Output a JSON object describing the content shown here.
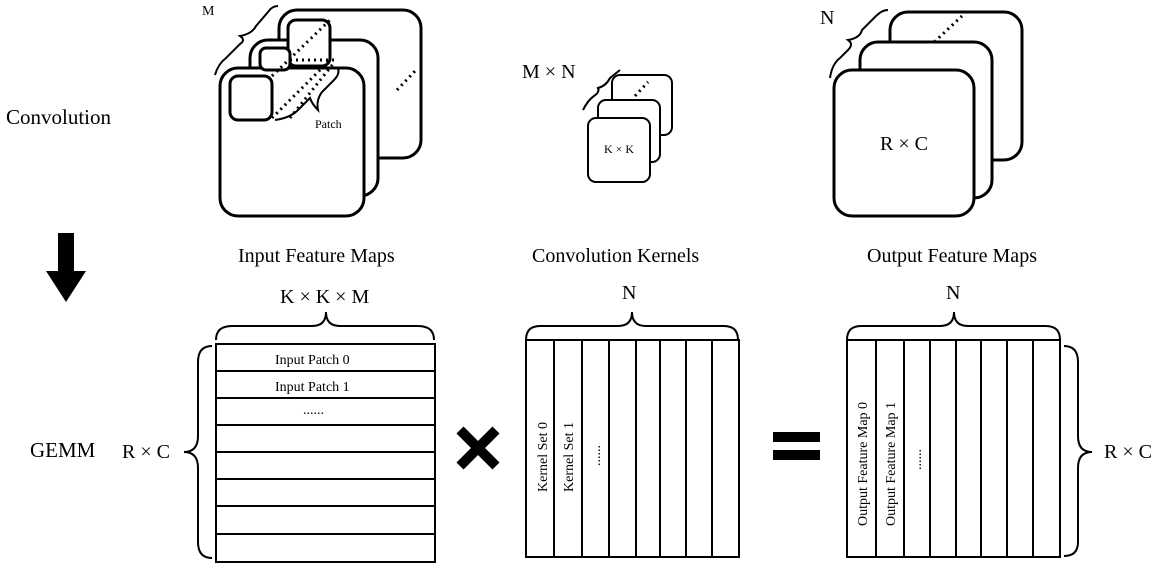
{
  "labels": {
    "convolution": "Convolution",
    "gemm": "GEMM",
    "m": "M",
    "patch": "Patch",
    "mxn": "M × N",
    "kxk": "K × K",
    "n_top": "N",
    "rxc_top": "R × C",
    "input_feature_maps": "Input Feature Maps",
    "convolution_kernels": "Convolution Kernels",
    "output_feature_maps": "Output Feature Maps",
    "kkm": "K × K × M",
    "n_kernels": "N",
    "n_output": "N",
    "rxc_left": "R × C",
    "rxc_right": "R × C",
    "input_patch_0": "Input Patch 0",
    "input_patch_1": "Input Patch 1",
    "input_dots": "......",
    "kernel_set_0": "Kernel Set 0",
    "kernel_set_1": "Kernel Set 1",
    "kernel_dots": "......",
    "output_map_0": "Output Feature Map 0",
    "output_map_1": "Output Feature Map 1",
    "output_dots": "......"
  },
  "icons": [
    "down-arrow-icon",
    "multiply-icon",
    "equals-icon"
  ]
}
